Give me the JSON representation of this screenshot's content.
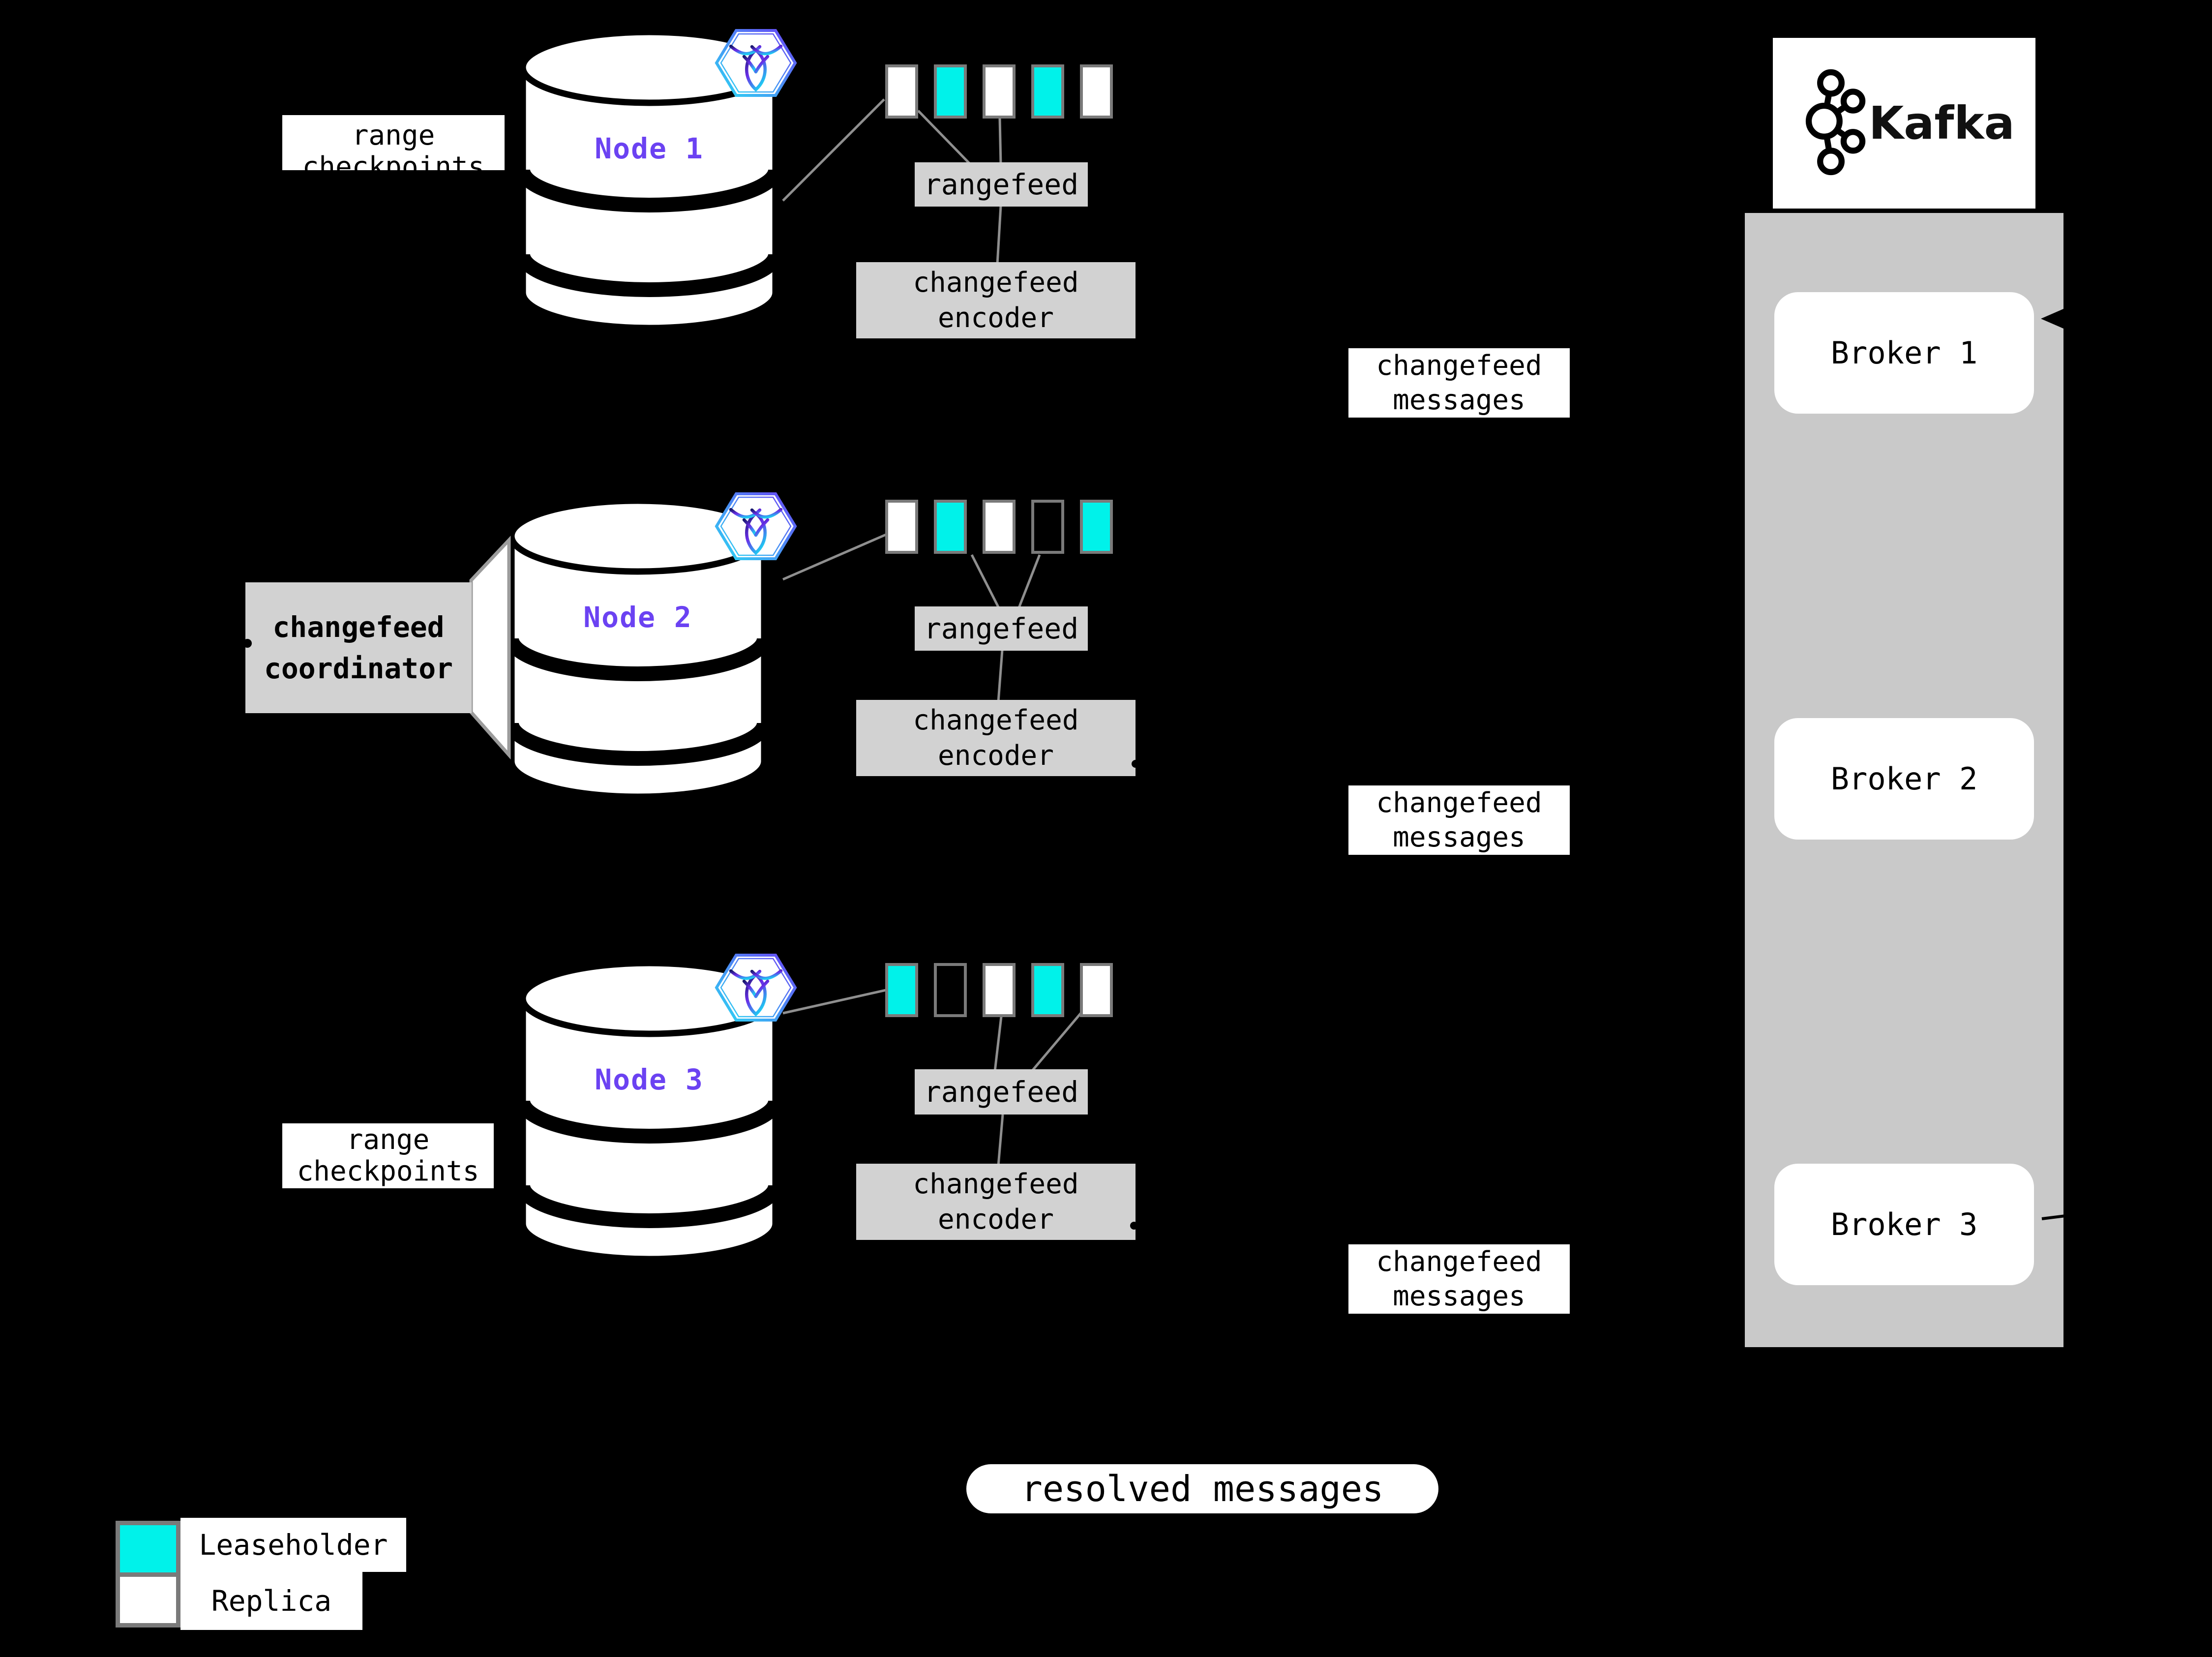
{
  "colors": {
    "background": "#000000",
    "leaseholder": "#00F2EA",
    "replica": "#FFFFFF",
    "empty": "#000000",
    "square_border": "#7A7A7A",
    "box_gray": "#D2D2D2",
    "container_gray": "#C9C9C9",
    "connector_gray": "#8F8F8F",
    "node_purple": "#6B42F2",
    "logo_cyan": "#2BD9F4",
    "logo_purple": "#6A43F5"
  },
  "nodes": [
    {
      "label": "Node 1",
      "ranges": [
        "replica",
        "leaseholder",
        "replica",
        "leaseholder",
        "replica"
      ]
    },
    {
      "label": "Node 2",
      "ranges": [
        "replica",
        "leaseholder",
        "replica",
        "empty",
        "leaseholder"
      ]
    },
    {
      "label": "Node 3",
      "ranges": [
        "leaseholder",
        "empty",
        "replica",
        "leaseholder",
        "replica"
      ]
    }
  ],
  "labels": {
    "range_checkpoints": "range\ncheckpoints",
    "rangefeed": "rangefeed",
    "changefeed_encoder": "changefeed\nencoder",
    "changefeed_coordinator": "changefeed\ncoordinator",
    "changefeed_messages": "changefeed\nmessages",
    "resolved_messages": "resolved messages"
  },
  "kafka": {
    "title": "Kafka",
    "brokers": [
      "Broker 1",
      "Broker 2",
      "Broker 3"
    ]
  },
  "legend": [
    {
      "label": "Leaseholder",
      "type": "leaseholder"
    },
    {
      "label": "Replica",
      "type": "replica"
    }
  ]
}
